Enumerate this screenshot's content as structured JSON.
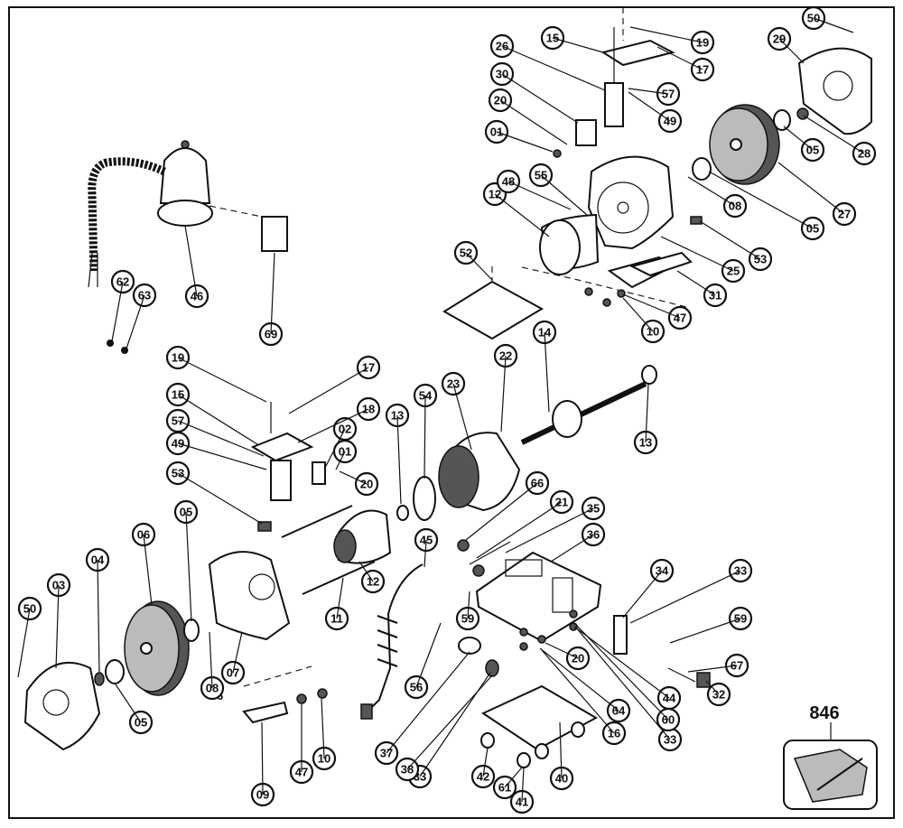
{
  "diagram": {
    "callouts": [
      "01",
      "02",
      "03",
      "04",
      "05",
      "06",
      "07",
      "08",
      "09",
      "10",
      "11",
      "12",
      "13",
      "14",
      "15",
      "16",
      "17",
      "18",
      "19",
      "20",
      "21",
      "22",
      "23",
      "25",
      "26",
      "27",
      "28",
      "29",
      "30",
      "31",
      "32",
      "33",
      "34",
      "35",
      "36",
      "37",
      "38",
      "40",
      "41",
      "42",
      "44",
      "45",
      "46",
      "47",
      "48",
      "49",
      "50",
      "52",
      "53",
      "54",
      "55",
      "56",
      "57",
      "59",
      "60",
      "61",
      "62",
      "63",
      "64",
      "66",
      "67",
      "69"
    ],
    "kit_label": "846",
    "stray_mark": "6"
  }
}
